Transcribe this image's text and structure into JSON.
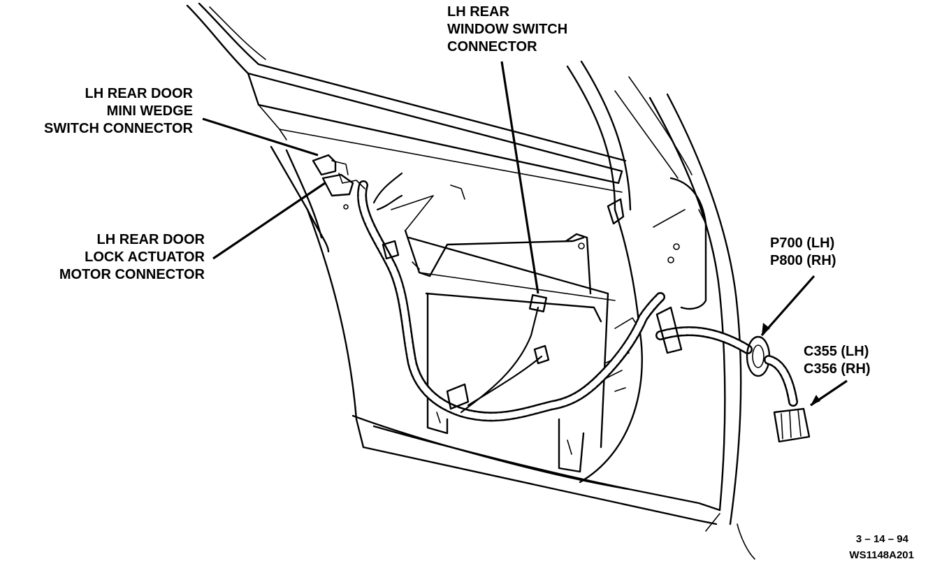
{
  "callouts": {
    "mini_wedge": [
      "LH REAR DOOR",
      "MINI WEDGE",
      "SWITCH CONNECTOR"
    ],
    "lock_actuator": [
      "LH REAR DOOR",
      "LOCK ACTUATOR",
      "MOTOR CONNECTOR"
    ],
    "window_switch": [
      "LH REAR",
      "WINDOW SWITCH",
      "CONNECTOR"
    ],
    "p_connector": [
      "P700 (LH)",
      "P800 (RH)"
    ],
    "c_connector": [
      "C355 (LH)",
      "C356 (RH)"
    ]
  },
  "footer": {
    "date": "3 – 14 – 94",
    "figure_id": "WS1148A201"
  }
}
